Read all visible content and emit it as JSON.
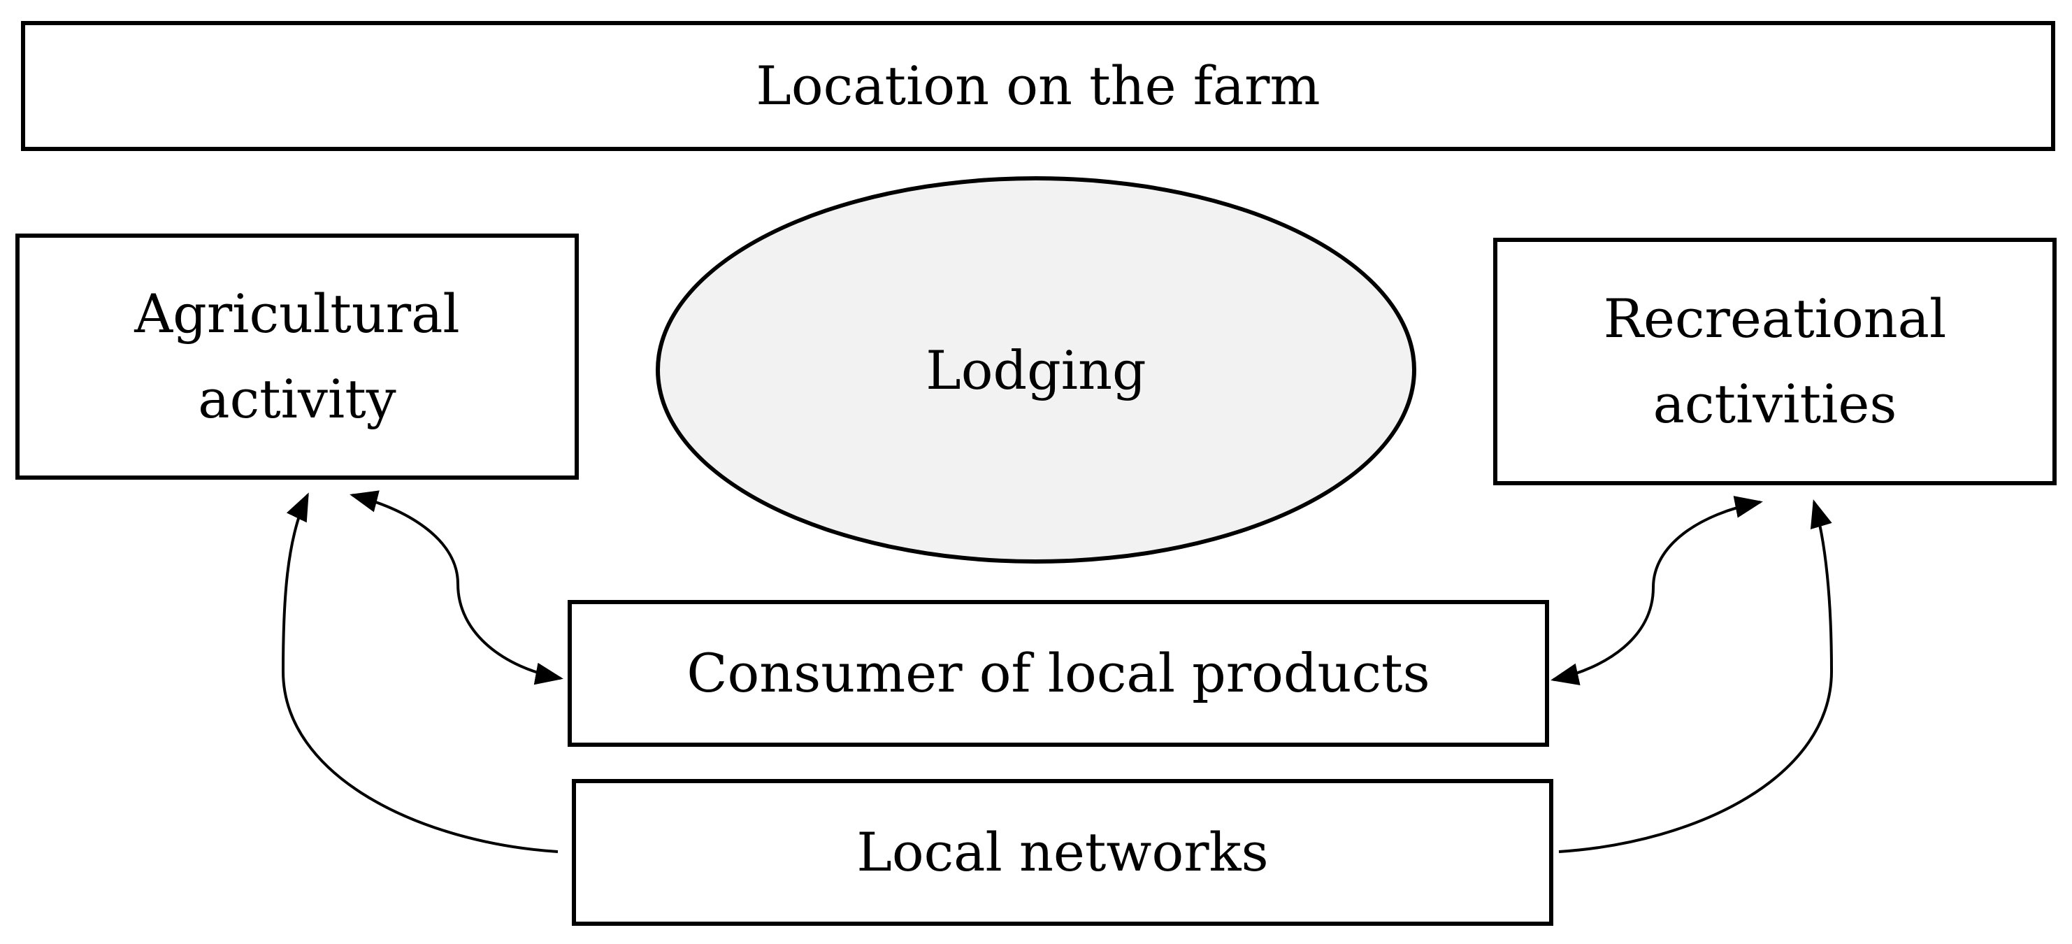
{
  "diagram": {
    "top": {
      "label": "Location on the farm"
    },
    "left": {
      "line1": "Agricultural",
      "line2": "activity"
    },
    "center": {
      "label": "Lodging"
    },
    "right": {
      "line1": "Recreational",
      "line2": "activities"
    },
    "consumer": {
      "label": "Consumer of local products"
    },
    "networks": {
      "label": "Local networks"
    }
  },
  "colors": {
    "stroke": "#000000",
    "ellipse_fill": "#f2f2f2",
    "background": "#ffffff"
  }
}
